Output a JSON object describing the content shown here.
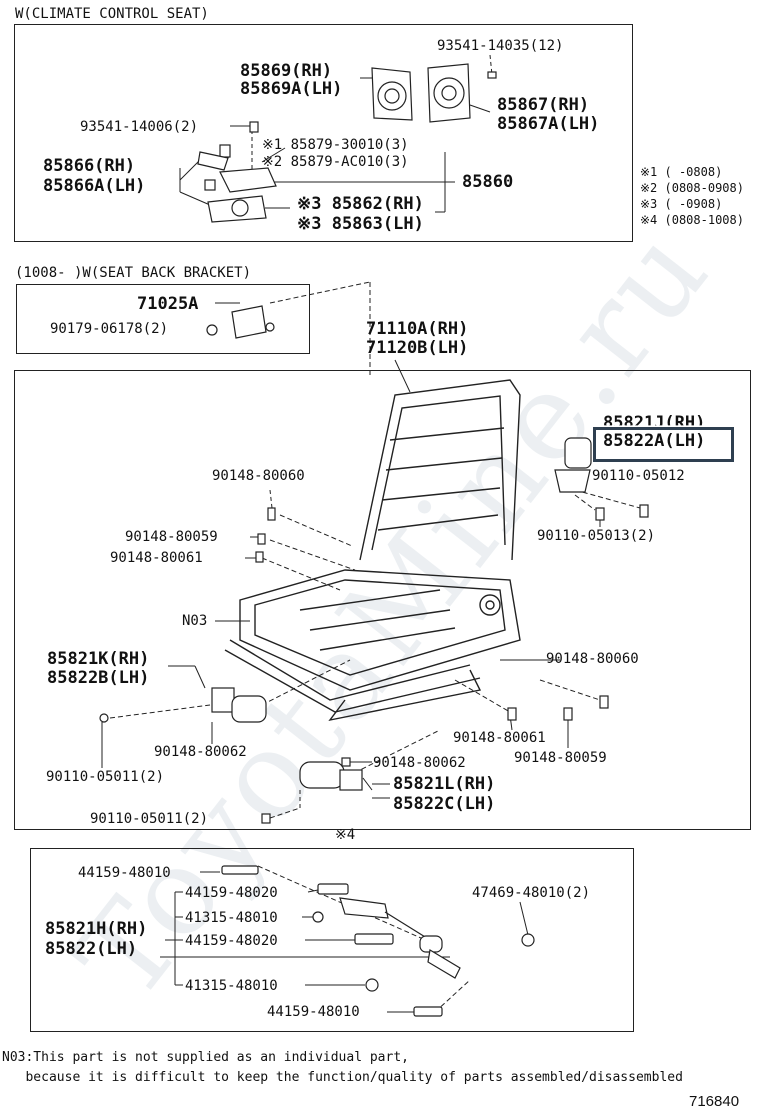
{
  "watermark": "ToyotaMine.ru",
  "doc_id": "716840",
  "sections": {
    "climate": {
      "title": "W(CLIMATE CONTROL SEAT)",
      "labels": {
        "p93541_14035": "93541-14035(12)",
        "p85869_rh": "85869(RH)",
        "p85869a_lh": "85869A(LH)",
        "p85867_rh": "85867(RH)",
        "p85867a_lh": "85867A(LH)",
        "p93541_14006": "93541-14006(2)",
        "p85879_30010": "※1 85879-30010(3)",
        "p85879_ac010": "※2 85879-AC010(3)",
        "p85866_rh": "85866(RH)",
        "p85866a_lh": "85866A(LH)",
        "p85860": "85860",
        "p85862_rh": "※3 85862(RH)",
        "p85863_lh": "※3 85863(LH)"
      },
      "footnotes": [
        "※1 (     -0808)",
        "※2 (0808-0908)",
        "※3 (     -0908)",
        "※4 (0808-1008)"
      ]
    },
    "bracket": {
      "title": "(1008-     )W(SEAT BACK BRACKET)",
      "labels": {
        "p71025a": "71025A",
        "p90179_06178": "90179-06178(2)"
      }
    },
    "frame": {
      "labels": {
        "p71110a_rh": "71110A(RH)",
        "p71120b_lh": "71120B(LH)",
        "p85821j_rh": "85821J(RH)",
        "p85822a_lh": "85822A(LH)",
        "p90110_05012": "90110-05012",
        "p90110_05013": "90110-05013(2)",
        "p90148_80060_a": "90148-80060",
        "p90148_80059_a": "90148-80059",
        "p90148_80061_a": "90148-80061",
        "p_n03": "N03",
        "p85821k_rh": "85821K(RH)",
        "p85822b_lh": "85822B(LH)",
        "p90148_80060_b": "90148-80060",
        "p90148_80062_a": "90148-80062",
        "p90110_05011_a": "90110-05011(2)",
        "p90148_80061_b": "90148-80061",
        "p90148_80059_b": "90148-80059",
        "p90148_80062_b": "90148-80062",
        "p85821l_rh": "85821L(RH)",
        "p85822c_lh": "85822C(LH)",
        "p90110_05011_b": "90110-05011(2)",
        "mark4": "※4"
      }
    },
    "lower": {
      "labels": {
        "p44159_48010_a": "44159-48010",
        "p44159_48020_a": "44159-48020",
        "p41315_48010_a": "41315-48010",
        "p85821h_rh": "85821H(RH)",
        "p85822_lh": "85822(LH)",
        "p44159_48020_b": "44159-48020",
        "p41315_48010_b": "41315-48010",
        "p44159_48010_b": "44159-48010",
        "p47469_48010": "47469-48010(2)"
      }
    }
  },
  "notes": [
    "N03:This part is not supplied as an individual part,",
    "   because it is difficult to keep the function/quality of parts assembled/disassembled"
  ]
}
